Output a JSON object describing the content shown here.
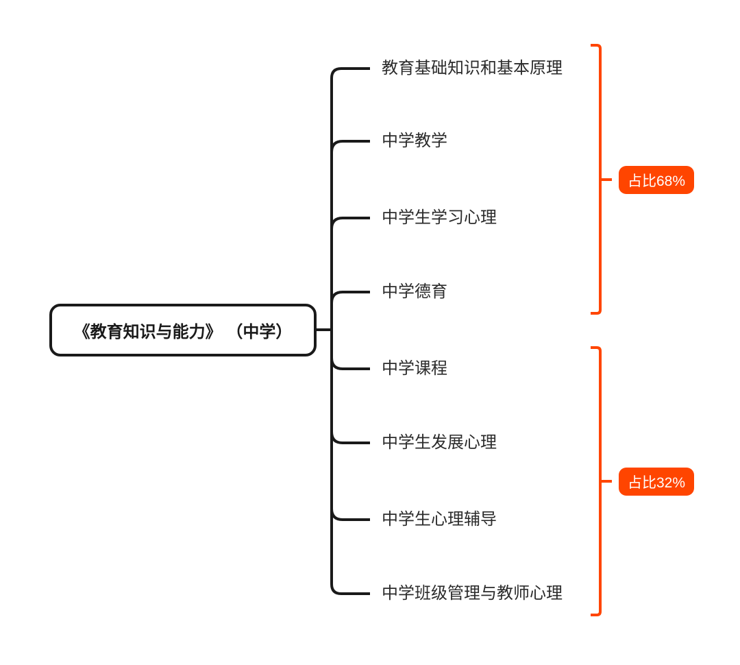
{
  "colors": {
    "accent": "#FF4500",
    "line": "#1A1A1A",
    "label_text": "#2B2B2B",
    "badge_text": "#FFFFFF",
    "background": "#FFFFFF"
  },
  "root": {
    "label": "《教育知识与能力》 （中学）"
  },
  "branches": [
    {
      "label": "教育基础知识和基本原理"
    },
    {
      "label": "中学教学"
    },
    {
      "label": "中学生学习心理"
    },
    {
      "label": "中学德育"
    },
    {
      "label": "中学课程"
    },
    {
      "label": "中学生发展心理"
    },
    {
      "label": "中学生心理辅导"
    },
    {
      "label": "中学班级管理与教师心理"
    }
  ],
  "ratio_badges": [
    {
      "label": "占比68%"
    },
    {
      "label": "占比32%"
    }
  ]
}
